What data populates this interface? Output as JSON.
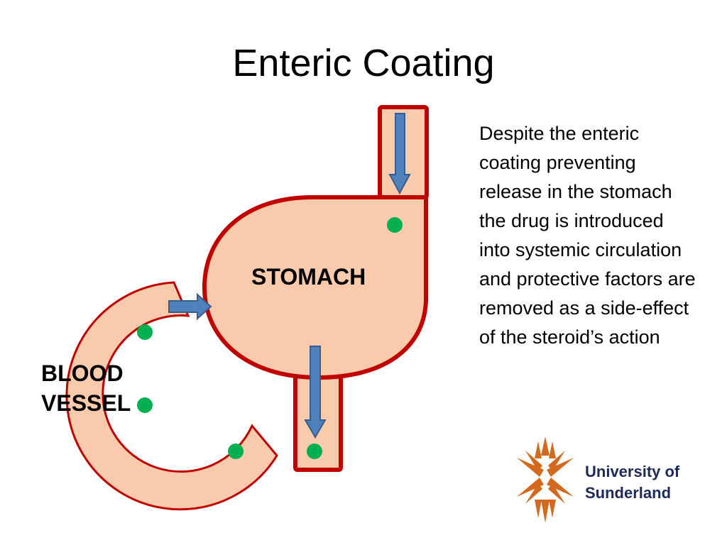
{
  "slide": {
    "title": "Enteric Coating",
    "description": "Despite the enteric coating preventing release in the stomach the drug is introduced into systemic circulation and protective factors are removed as a side-effect of the steroid’s action"
  },
  "diagram": {
    "stomach_label": "STOMACH",
    "blood_vessel_label": [
      "BLOOD",
      "VESSEL"
    ],
    "colors": {
      "organ_fill": "#f9cbac",
      "organ_stroke": "#c00000",
      "arrow_fill": "#4f81bd",
      "arrow_stroke": "#385d8a",
      "drug_dot": "#00b050"
    }
  },
  "logo": {
    "line1": "University of",
    "line2": "Sunderland",
    "colors": {
      "mark": "#d2691e",
      "text": "#1f2a5c"
    }
  }
}
